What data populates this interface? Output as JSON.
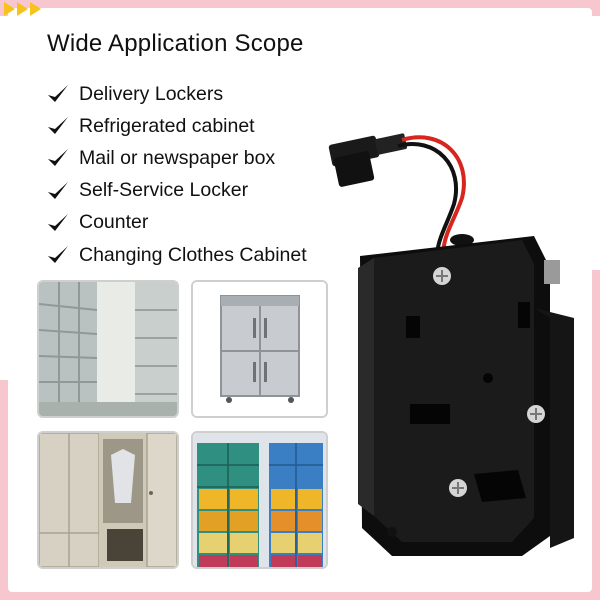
{
  "heading": "Wide Application Scope",
  "features": [
    "Delivery Lockers",
    "Refrigerated cabinet",
    "Mail or newspaper box",
    "Self-Service Locker",
    "Counter",
    "Changing Clothes Cabinet"
  ],
  "colors": {
    "accent_pink": "#f7c6cf",
    "arrow_yellow": "#f6c21b",
    "lock_body": "#141414",
    "wire_red": "#d7261e"
  },
  "icons": {
    "corner_arrows": "triangle-right-icon",
    "bullet": "check-icon"
  }
}
